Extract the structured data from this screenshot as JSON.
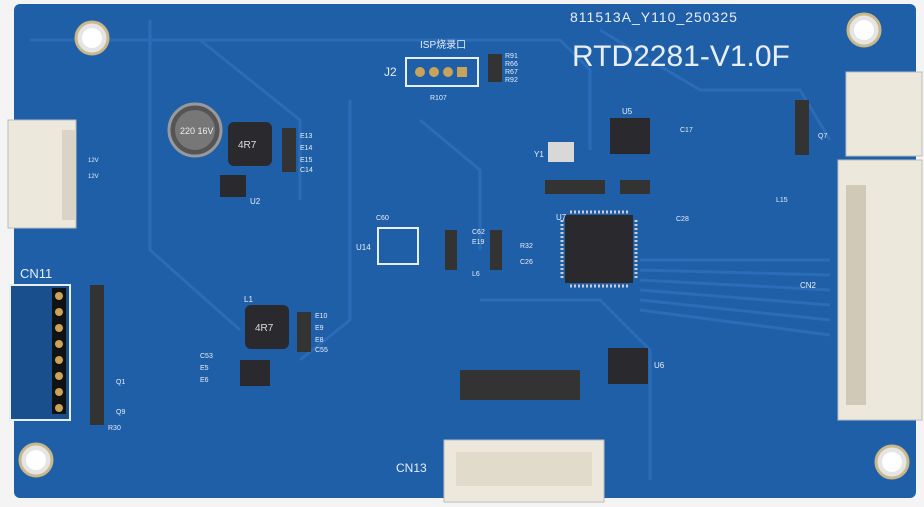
{
  "board": {
    "serial": "811513A_Y110_250325",
    "model": "RTD2281-V1.0F",
    "isp_label": "ISP烧录口",
    "colors": {
      "pcb": "#1f5fa8",
      "trace": "#2a6cb6",
      "silk": "#e8eef5",
      "chip": "#2a2a2e",
      "connector": "#ece8dc"
    }
  },
  "labels": {
    "j2": "J2",
    "cn11": "CN11",
    "cn13": "CN13",
    "cn2": "CN2",
    "u5": "U5",
    "u6": "U6",
    "u7": "U7",
    "u14": "U14",
    "u2": "U2",
    "y1": "Y1",
    "l1": "L1",
    "cap": "220 16V",
    "ind_top": "4R7",
    "ind_bot": "4R7",
    "v12a": "12V",
    "v12b": "12V",
    "r91": "R91",
    "r66": "R66",
    "r67": "R67",
    "r92": "R92",
    "r107": "R107",
    "c17": "C17",
    "c28": "C28",
    "e13": "E13",
    "e14": "E14",
    "e15": "E15",
    "c14": "C14",
    "e10": "E10",
    "e9": "E9",
    "e8": "E8",
    "c55": "C55",
    "c53": "C53",
    "e5": "E5",
    "e6": "E6",
    "q1": "Q1",
    "q9": "Q9",
    "r30": "R30",
    "c60": "C60",
    "c62": "C62",
    "e19": "E19",
    "r32": "R32",
    "c26": "C26",
    "l6": "L6",
    "l15": "L15",
    "q7": "Q7"
  }
}
